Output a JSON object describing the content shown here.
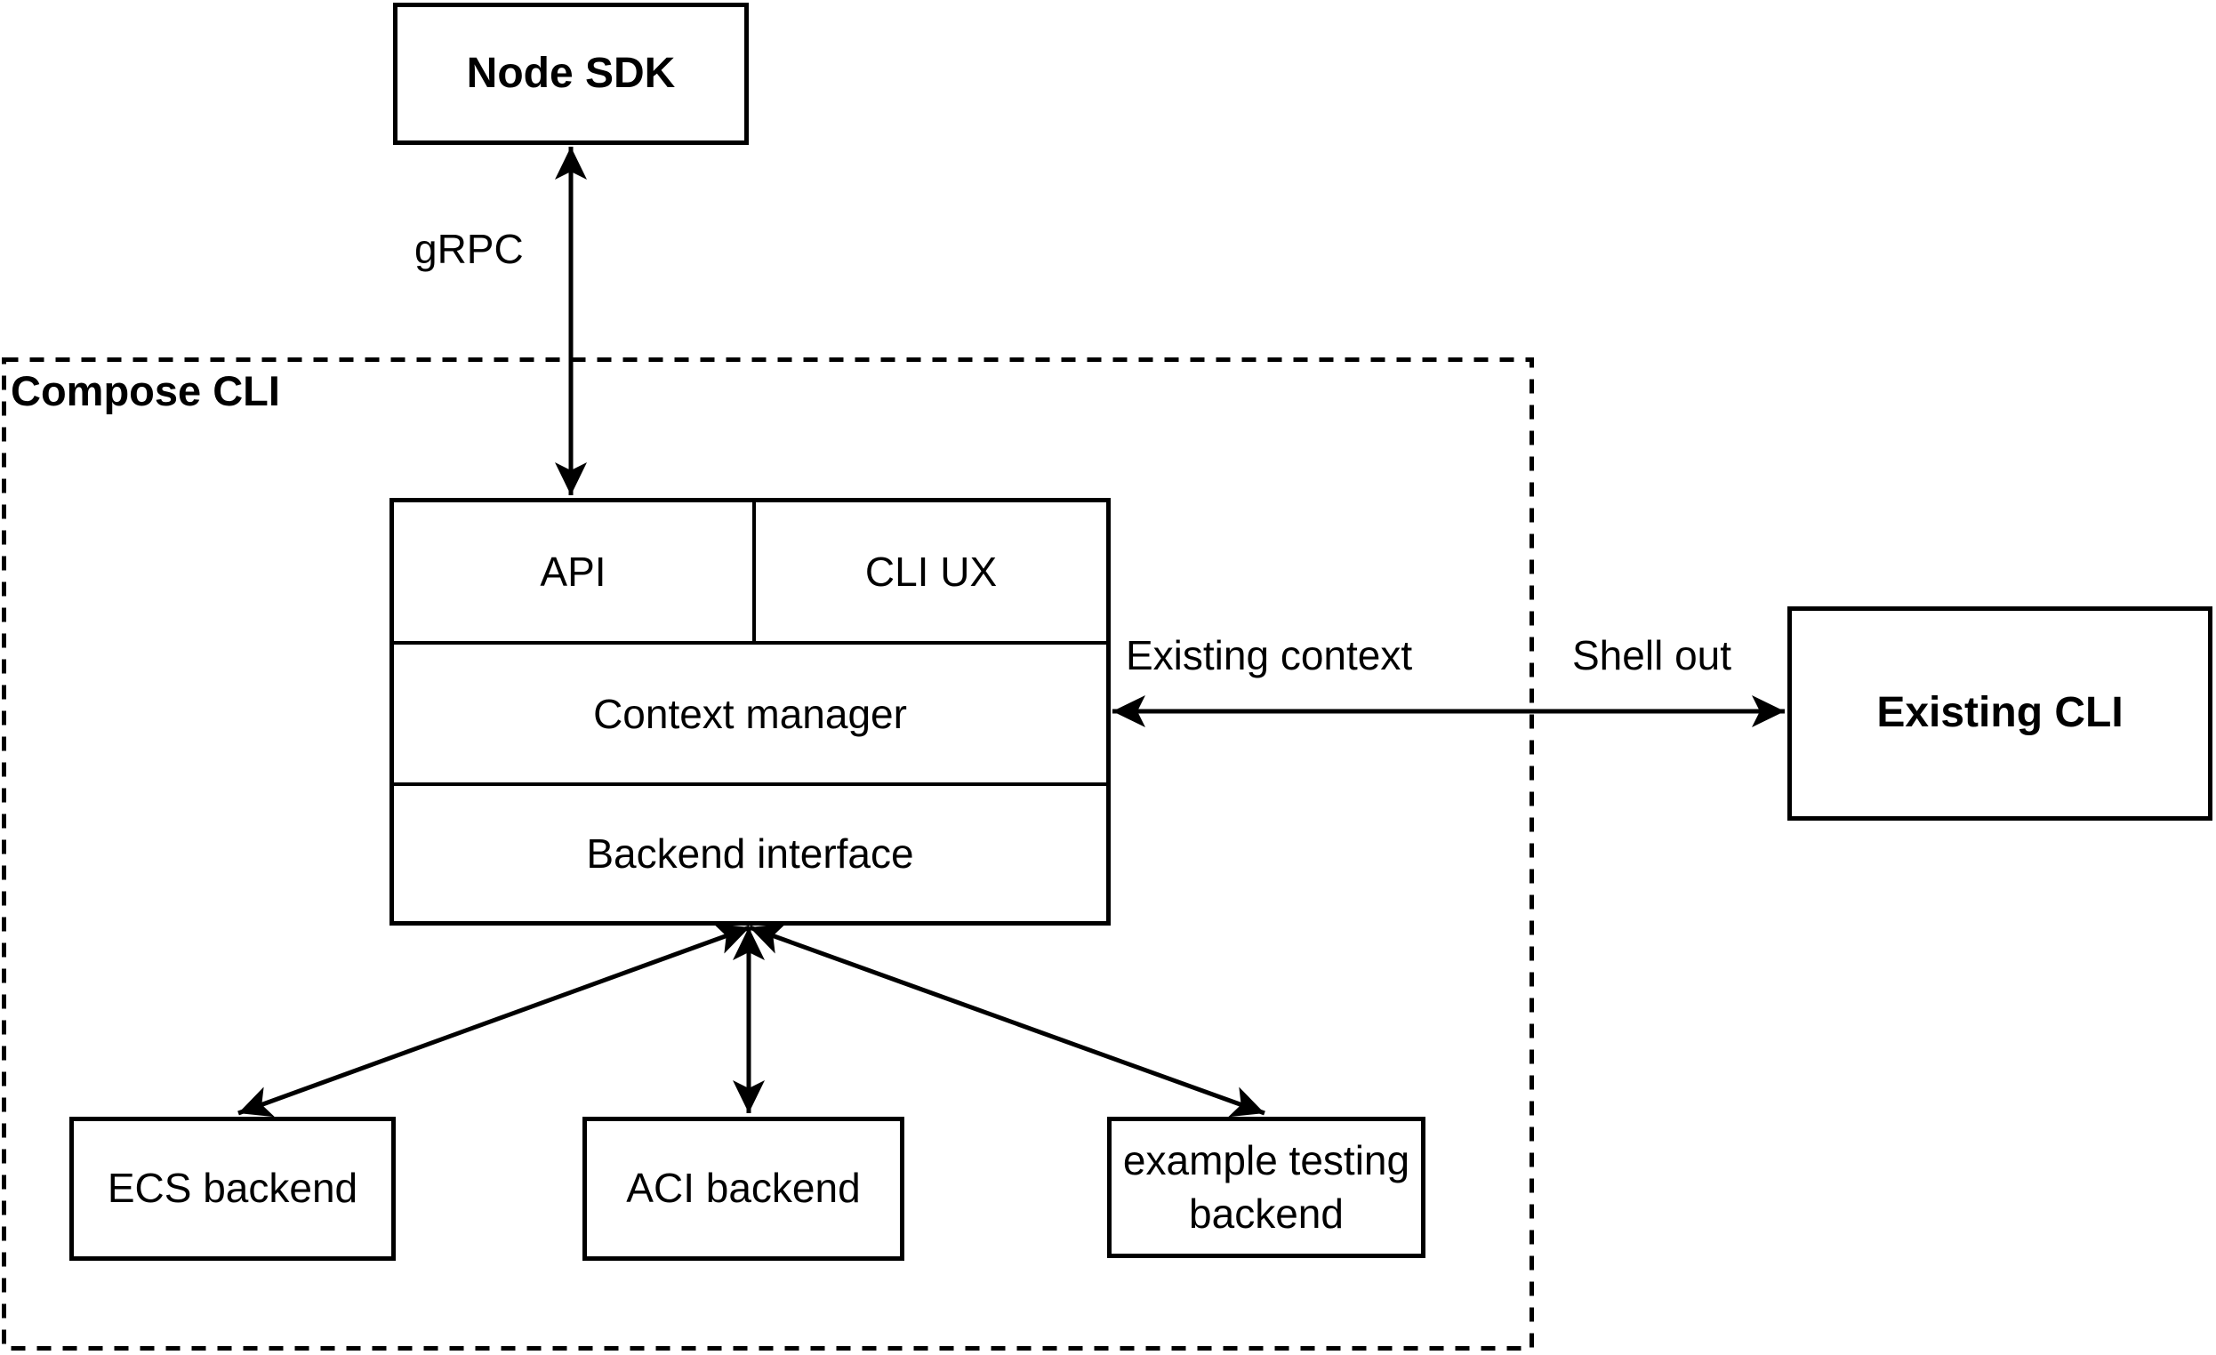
{
  "diagram": {
    "container": {
      "label": "Compose CLI"
    },
    "nodes": {
      "node_sdk": {
        "label": "Node SDK"
      },
      "api": {
        "label": "API"
      },
      "cli_ux": {
        "label": "CLI UX"
      },
      "context_manager": {
        "label": "Context manager"
      },
      "backend_interface": {
        "label": "Backend interface"
      },
      "ecs_backend": {
        "label": "ECS backend"
      },
      "aci_backend": {
        "label": "ACI backend"
      },
      "example_testing_backend": {
        "label": "example testing backend"
      },
      "existing_cli": {
        "label": "Existing CLI"
      }
    },
    "edges": {
      "grpc": {
        "label": "gRPC"
      },
      "existing_context": {
        "label": "Existing context"
      },
      "shell_out": {
        "label": "Shell out"
      }
    },
    "colors": {
      "line": "#000000",
      "background": "#ffffff",
      "box_fill": "#ffffff"
    }
  }
}
